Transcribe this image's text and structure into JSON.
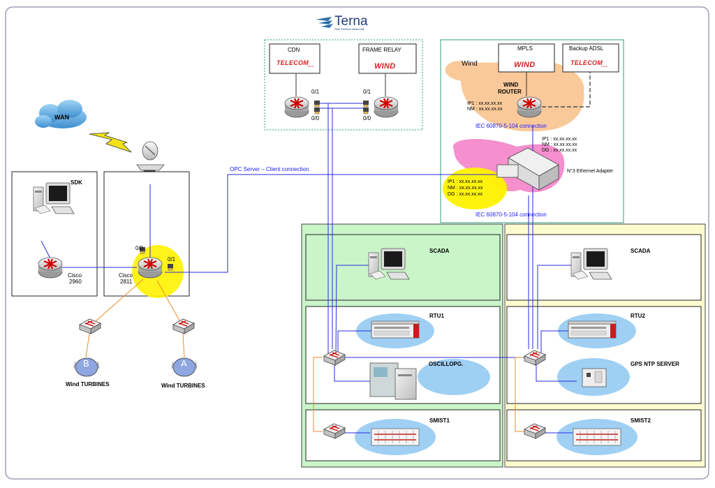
{
  "logo": {
    "name": "Terna",
    "tagline": "Rete Elettrica Nazionale"
  },
  "cloud": {
    "label": "WAN"
  },
  "left": {
    "sdk": "SDK",
    "cisco2960": [
      "Cisco",
      "2960"
    ],
    "cisco2811": [
      "Cisco",
      "2811"
    ],
    "port_left": "0/0",
    "port_right": "0/1",
    "turbine_b": "B",
    "turbine_a": "A",
    "turbine_label": "Wind TURBINES",
    "opc_label": "OPC Server – Client connection"
  },
  "carriers": {
    "cdn": "CDN",
    "frame_relay": "FRAME RELAY",
    "telecom": "TELECOM",
    "telecom_sub": "ITALIA",
    "wind": "WIND",
    "port_01": "0/1",
    "port_00": "0/0"
  },
  "wind_panel": {
    "mpls": "MPLS",
    "backup": "Backup ADSL",
    "wind_area": "Wind",
    "router": [
      "WIND",
      "ROUTER"
    ],
    "ip_router": [
      "IP1 : xx.xx.xx.xx",
      "NM : xx.xx.xx.xx"
    ],
    "iec1": "IEC 60870-5-104   connection",
    "ip_adapter": [
      "IP1 : xx.xx.xx.xx",
      "NM : xx.xx.xx.xx",
      "DG : xx.xx.xx.xx"
    ],
    "adapter": "N°3 Ethernet Adapter",
    "ip_yellow": [
      "IP1 : xx.xx.xx.xx",
      "NM : xx.xx.xx.xx",
      "DG : xx.xx.xx.xx"
    ],
    "iec2": "IEC 60870-5-104   connection"
  },
  "green_site": {
    "scada": "SCADA",
    "rtu": "RTU1",
    "oscillo": "OSCILLOPG.",
    "smist": "SMIST1"
  },
  "yellow_site": {
    "scada": "SCADA",
    "rtu": "RTU2",
    "gps": "GPS NTP SERVER",
    "smist": "SMIST2"
  },
  "colors": {
    "blue_link": "#2a2adf",
    "orange_link": "#f08a2a",
    "green_panel": "#c9f5c9",
    "yellow_panel": "#fdfccf",
    "blob_blue": "#9fd0f4",
    "blob_orange": "#f9c99a",
    "blob_pink": "#f58fce",
    "blob_yellow": "#fff200"
  }
}
